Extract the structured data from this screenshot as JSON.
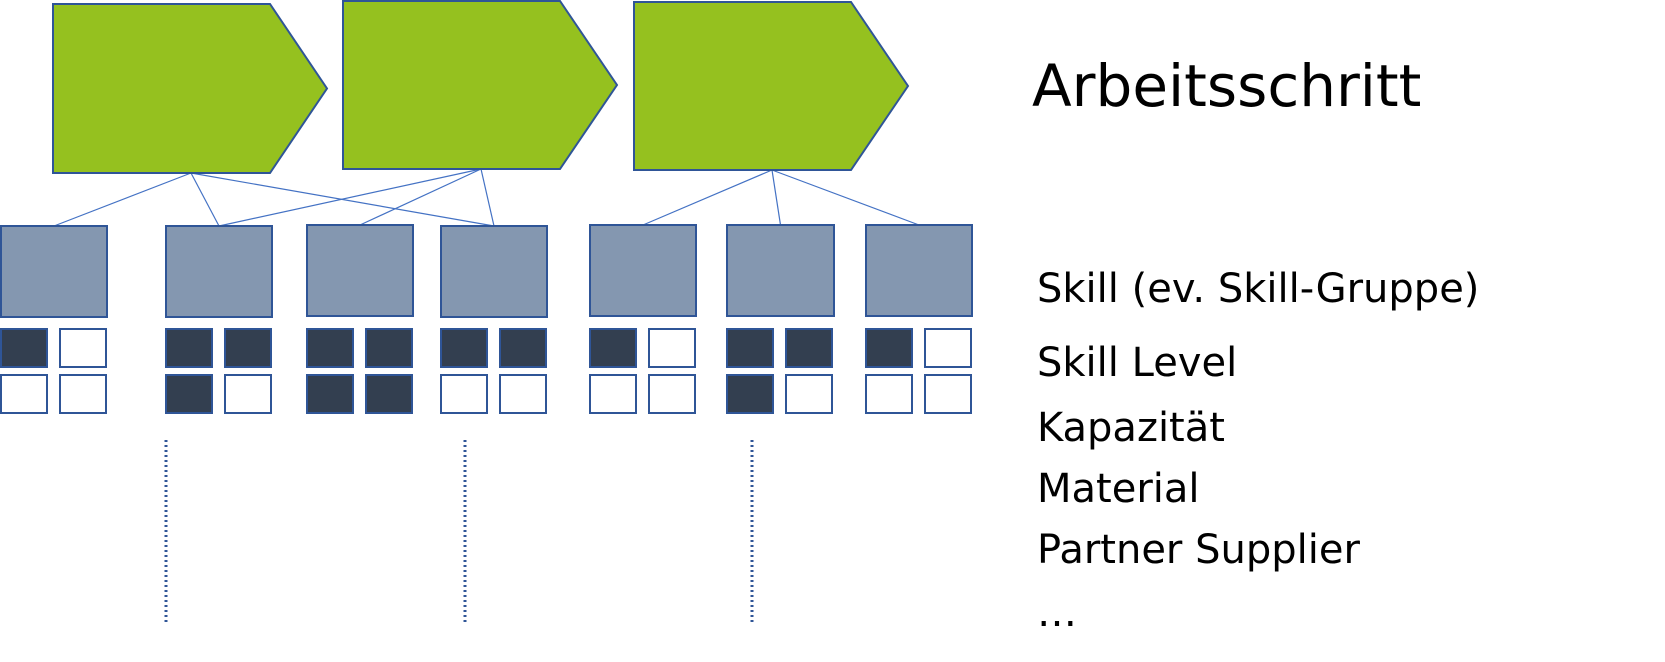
{
  "colors": {
    "step_fill": "#95C11F",
    "step_stroke": "#2F5597",
    "skill_fill": "#8497B0",
    "skill_stroke": "#2F5597",
    "level_filled": "#333F50",
    "level_stroke": "#2F5597",
    "connector": "#4472C4"
  },
  "legend": {
    "title": "Arbeitsschritt",
    "items": [
      "Skill (ev. Skill-Gruppe)",
      "Skill Level",
      "Kapazität",
      "Material",
      "Partner Supplier",
      "…"
    ]
  },
  "steps": [
    {
      "id": "step-1",
      "skills": [
        0,
        1,
        3
      ]
    },
    {
      "id": "step-2",
      "skills": [
        1,
        2,
        3
      ]
    },
    {
      "id": "step-3",
      "skills": [
        4,
        5,
        6
      ]
    }
  ],
  "skills": [
    {
      "id": "skill-1",
      "levels": [
        true,
        false,
        false,
        false
      ]
    },
    {
      "id": "skill-2",
      "levels": [
        true,
        true,
        true,
        false
      ]
    },
    {
      "id": "skill-3",
      "levels": [
        true,
        true,
        true,
        true
      ]
    },
    {
      "id": "skill-4",
      "levels": [
        true,
        true,
        false,
        false
      ]
    },
    {
      "id": "skill-5",
      "levels": [
        true,
        false,
        false,
        false
      ]
    },
    {
      "id": "skill-6",
      "levels": [
        true,
        true,
        true,
        false
      ]
    },
    {
      "id": "skill-7",
      "levels": [
        true,
        false,
        false,
        false
      ]
    }
  ],
  "continuation_markers": 3
}
